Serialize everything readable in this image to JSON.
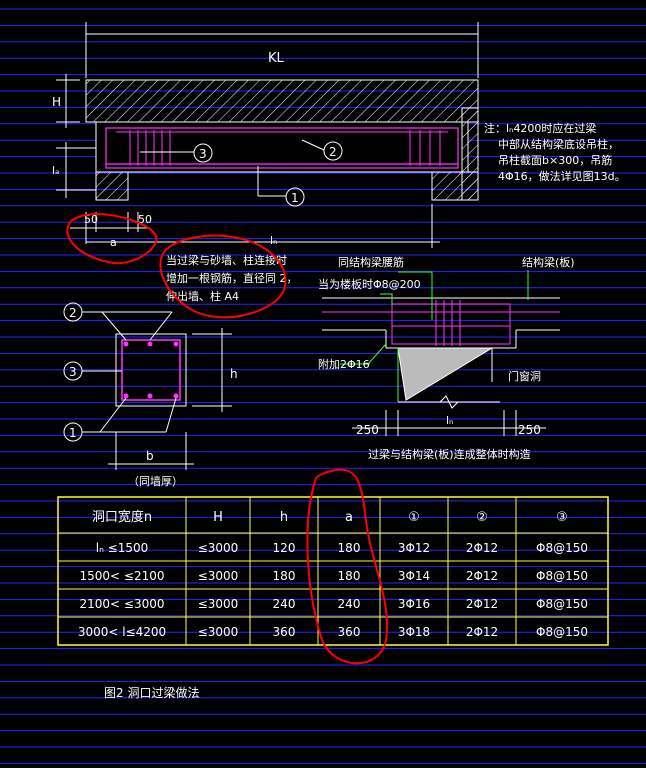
{
  "colors": {
    "background": "#000000",
    "grid_lines": "#2424ff",
    "outline": "#ffffff",
    "rebar": "#ff33ff",
    "dimension": "#33ff33",
    "table_border": "#ffff33",
    "redline": "#ff0000"
  },
  "elevation": {
    "beam_label": "KL",
    "dim_H": "H",
    "dim_la": "lₐ",
    "dim_50_left": "50",
    "dim_50_right": "50",
    "dim_a": "a",
    "dim_ln": "lₙ",
    "callout_1": "1",
    "callout_2": "2",
    "callout_3": "3",
    "note_lines": [
      "注：lₙ4200时应在过梁",
      "中部从结构梁底设吊柱，",
      "吊柱截面b×300，吊筋",
      "4Φ16，做法详见图13d。"
    ]
  },
  "red_note_lines": [
    "当过梁与砂墙、柱连接时",
    "增加一根钢筋，直径同 2，",
    "伸出墙、柱  A4"
  ],
  "section": {
    "callout_1": "1",
    "callout_2": "2",
    "callout_3": "3",
    "dim_h": "h",
    "dim_b": "b",
    "caption": "（同墙厚）"
  },
  "detail": {
    "label_same_rebar": "同结构梁腰筋",
    "label_slab_rebar": "当为楼板时Φ8@200",
    "label_struct_beam": "结构梁(板)",
    "label_add_bars": "附加2Φ16",
    "label_door": "门窗洞",
    "dim_250_left": "250",
    "dim_ln": "lₙ",
    "dim_250_right": "250",
    "caption": "过梁与结构梁(板)连成整体时构造"
  },
  "table": {
    "headers": [
      "洞口宽度n",
      "H",
      "h",
      "a",
      "①",
      "②",
      "③"
    ],
    "rows": [
      [
        "lₙ ≤1500",
        "≤3000",
        "120",
        "180",
        "3Φ12",
        "2Φ12",
        "Φ8@150"
      ],
      [
        "1500<  ≤2100",
        "≤3000",
        "180",
        "180",
        "3Φ14",
        "2Φ12",
        "Φ8@150"
      ],
      [
        "2100<  ≤3000",
        "≤3000",
        "240",
        "240",
        "3Φ16",
        "2Φ12",
        "Φ8@150"
      ],
      [
        "3000<  l≤4200",
        "≤3000",
        "360",
        "360",
        "3Φ18",
        "2Φ12",
        "Φ8@150"
      ]
    ]
  },
  "figure_caption": "图2  洞口过梁做法"
}
